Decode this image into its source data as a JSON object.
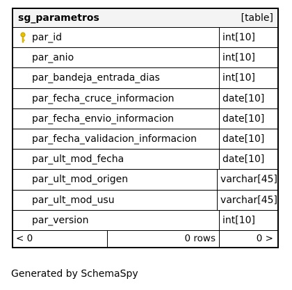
{
  "table": {
    "name": "sg_parametros",
    "kind": "[table]",
    "columns": [
      {
        "name": "par_id",
        "type": "int[10]",
        "primary_key": true
      },
      {
        "name": "par_anio",
        "type": "int[10]",
        "primary_key": false
      },
      {
        "name": "par_bandeja_entrada_dias",
        "type": "int[10]",
        "primary_key": false
      },
      {
        "name": "par_fecha_cruce_informacion",
        "type": "date[10]",
        "primary_key": false
      },
      {
        "name": "par_fecha_envio_informacion",
        "type": "date[10]",
        "primary_key": false
      },
      {
        "name": "par_fecha_validacion_informacion",
        "type": "date[10]",
        "primary_key": false
      },
      {
        "name": "par_ult_mod_fecha",
        "type": "date[10]",
        "primary_key": false
      },
      {
        "name": "par_ult_mod_origen",
        "type": "varchar[45]",
        "primary_key": false
      },
      {
        "name": "par_ult_mod_usu",
        "type": "varchar[45]",
        "primary_key": false
      },
      {
        "name": "par_version",
        "type": "int[10]",
        "primary_key": false
      }
    ],
    "footer": {
      "parents": "< 0",
      "rows": "0 rows",
      "children": "0 >"
    }
  },
  "generated_by": "Generated by SchemaSpy",
  "icons": {
    "primary_key": "key-icon"
  },
  "colors": {
    "key": "#e8c000",
    "header_bg": "#f4f4f4"
  }
}
